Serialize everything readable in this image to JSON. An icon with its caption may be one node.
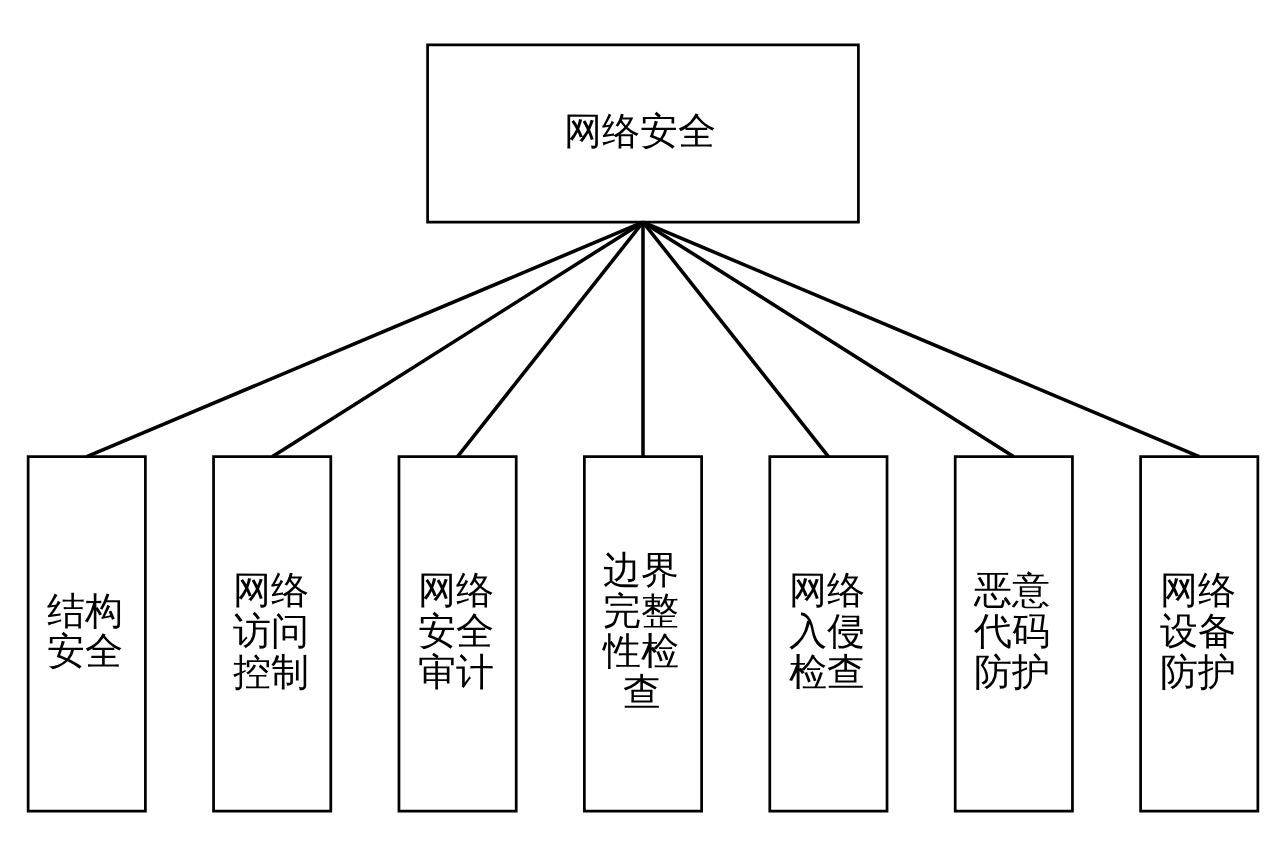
{
  "diagram": {
    "nodes": [
      {
        "text": [
          "网络安全"
        ]
      },
      {
        "text": [
          "结构安全"
        ]
      },
      {
        "text": [
          "网络访问控制"
        ]
      },
      {
        "text": [
          "网络安全审计"
        ]
      },
      {
        "text": [
          "边界完整性检查"
        ]
      },
      {
        "text": [
          "网络入侵检查"
        ]
      },
      {
        "text": [
          "恶意代码防护"
        ]
      },
      {
        "text": [
          "网络设备防护"
        ]
      }
    ],
    "edges": [
      {
        "from": 0,
        "to": 1,
        "arrow": "none"
      },
      {
        "from": 0,
        "to": 2,
        "arrow": "none"
      },
      {
        "from": 0,
        "to": 3,
        "arrow": "none"
      },
      {
        "from": 0,
        "to": 4,
        "arrow": "none"
      },
      {
        "from": 0,
        "to": 5,
        "arrow": "none"
      },
      {
        "from": 0,
        "to": 6,
        "arrow": "none"
      },
      {
        "from": 0,
        "to": 7,
        "arrow": "none"
      }
    ]
  }
}
